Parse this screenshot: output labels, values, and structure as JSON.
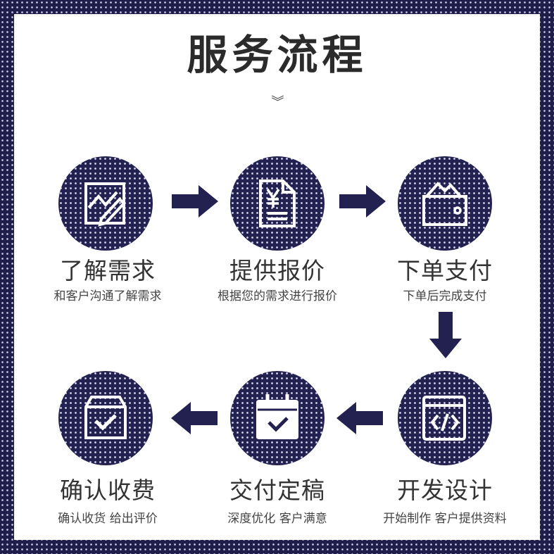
{
  "header": {
    "title": "服务流程",
    "chevron": "︾"
  },
  "colors": {
    "navy": "#1f1d4a",
    "text": "#333333",
    "background": "#ffffff"
  },
  "steps": [
    {
      "index": 1,
      "name": "了解需求",
      "desc": "和客户沟通了解需求",
      "icon": "chart-edit-icon"
    },
    {
      "index": 2,
      "name": "提供报价",
      "desc": "根据您的需求进行报价",
      "icon": "quote-document-icon"
    },
    {
      "index": 3,
      "name": "下单支付",
      "desc": "下单后完成支付",
      "icon": "wallet-icon"
    },
    {
      "index": 4,
      "name": "开发设计",
      "desc": "开始制作 客户提供资料",
      "icon": "code-window-icon"
    },
    {
      "index": 5,
      "name": "交付定稿",
      "desc": "深度优化 客户满意",
      "icon": "calendar-check-icon"
    },
    {
      "index": 6,
      "name": "确认收费",
      "desc": "确认收货 给出评价",
      "icon": "box-check-icon"
    }
  ],
  "flow": [
    {
      "from": 1,
      "to": 2,
      "direction": "right"
    },
    {
      "from": 2,
      "to": 3,
      "direction": "right"
    },
    {
      "from": 3,
      "to": 4,
      "direction": "down"
    },
    {
      "from": 4,
      "to": 5,
      "direction": "left"
    },
    {
      "from": 5,
      "to": 6,
      "direction": "left"
    }
  ]
}
